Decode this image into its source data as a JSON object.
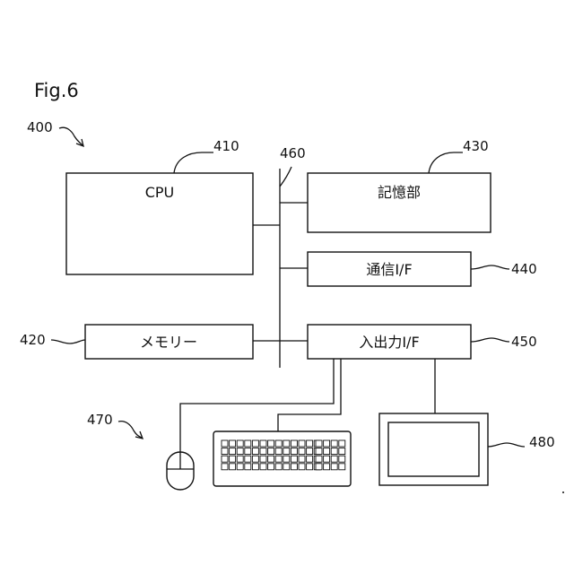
{
  "figure_label": "Fig.6",
  "refs": {
    "system": "400",
    "cpu": "410",
    "memory": "420",
    "storage": "430",
    "comm_if": "440",
    "io_if": "450",
    "bus": "460",
    "input_devices": "470",
    "display": "480"
  },
  "blocks": {
    "cpu": "CPU",
    "memory": "メモリー",
    "storage": "記憶部",
    "comm_if": "通信I/F",
    "io_if": "入出力I/F"
  }
}
